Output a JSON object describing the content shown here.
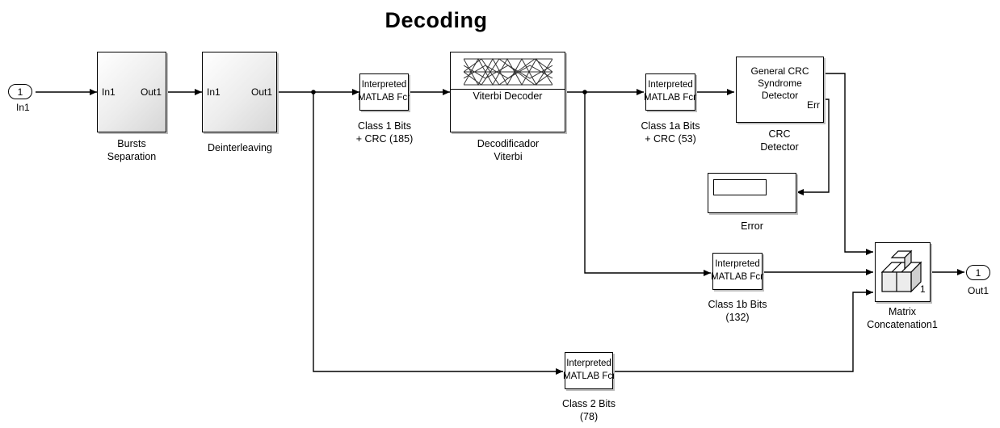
{
  "title": "Decoding",
  "inport": {
    "number": "1",
    "label": "In1"
  },
  "outport": {
    "number": "1",
    "label": "Out1"
  },
  "bursts": {
    "in_port": "In1",
    "out_port": "Out1",
    "label": "Bursts\nSeparation"
  },
  "deinterleaving": {
    "in_port": "In1",
    "out_port": "Out1",
    "label": "Deinterleaving"
  },
  "fcn_text": {
    "line1": "Interpreted",
    "line2": "MATLAB Fcn"
  },
  "class1": {
    "label": "Class 1 Bits\n+ CRC (185)"
  },
  "viterbi": {
    "inner_label": "Viterbi Decoder",
    "label": "Decodificador\nViterbi"
  },
  "class1a": {
    "label": "Class 1a Bits\n+ CRC (53)"
  },
  "crc_detector": {
    "text": "General CRC\nSyndrome\nDetector",
    "err_port": "Err",
    "label": "CRC\nDetector"
  },
  "error_display": {
    "label": "Error"
  },
  "class1b": {
    "label": "Class 1b Bits\n(132)"
  },
  "class2": {
    "label": "Class 2 Bits\n(78)"
  },
  "concat": {
    "port_number": "1",
    "label": "Matrix\nConcatenation1"
  }
}
